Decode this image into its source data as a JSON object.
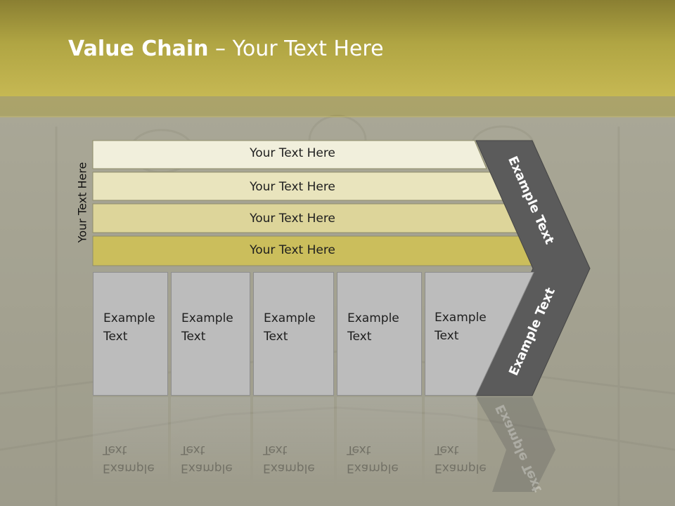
{
  "title": {
    "bold": "Value Chain",
    "rest": " – Your Text Here"
  },
  "side_label": "Your Text Here",
  "rows": [
    {
      "label": "Your Text Here",
      "color": "#f1efdc"
    },
    {
      "label": "Your Text Here",
      "color": "#e9e4bd"
    },
    {
      "label": "Your Text Here",
      "color": "#ddd59a"
    },
    {
      "label": "Your Text Here",
      "color": "#cbbe5c"
    }
  ],
  "columns": [
    {
      "label": "Example\nText"
    },
    {
      "label": "Example\nText"
    },
    {
      "label": "Example\nText"
    },
    {
      "label": "Example\nText"
    },
    {
      "label": "Example\nText"
    }
  ],
  "chevron": {
    "upper_label": "Example Text",
    "lower_label": "Example Text",
    "color": "#5b5b5b"
  },
  "colors": {
    "header": "#c6b853",
    "background": "#8a8978"
  }
}
